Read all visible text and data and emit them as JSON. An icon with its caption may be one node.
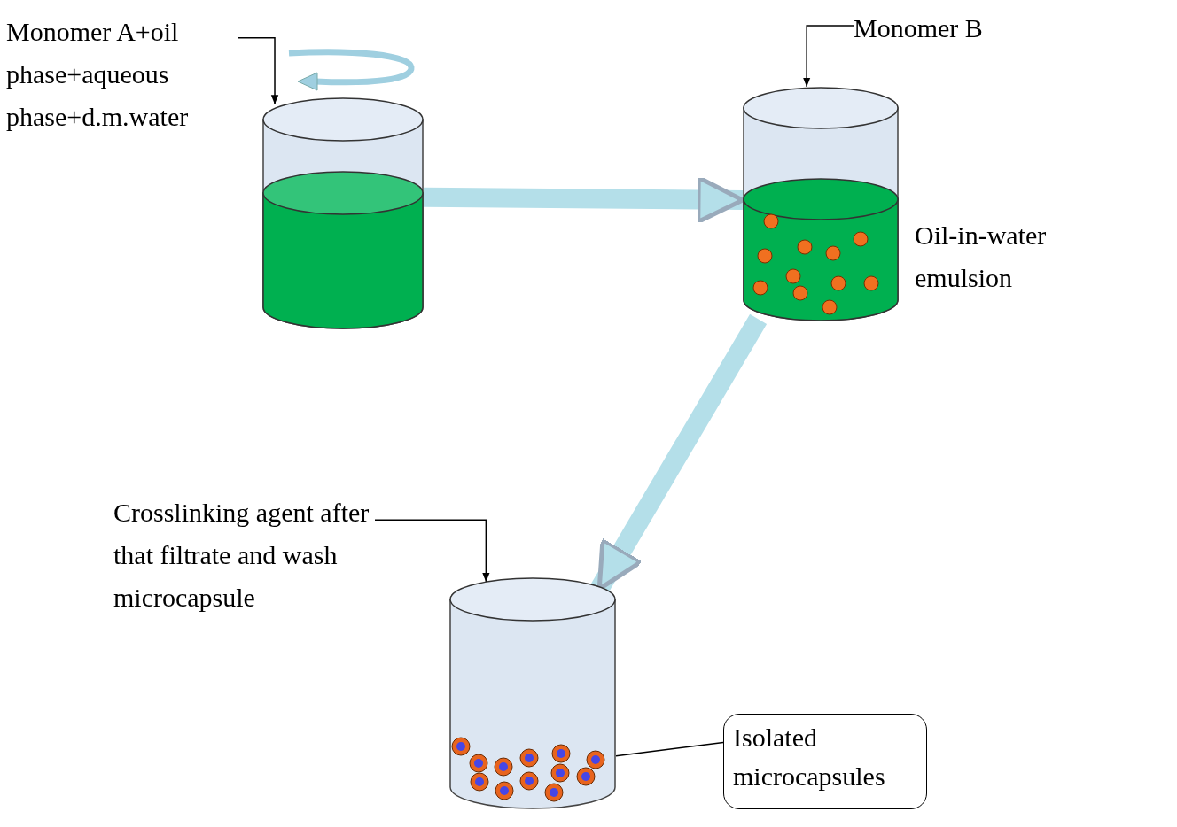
{
  "diagram": {
    "nodes": [
      {
        "text": [
          "Monomer A+oil phase+aqueous phase+d.m.water"
        ]
      },
      {
        "text": [],
        "shape": "cylinder"
      },
      {
        "text": [
          "Monomer B"
        ]
      },
      {
        "text": [],
        "shape": "cylinder",
        "beside": [
          "Oil-in-water emulsion"
        ]
      },
      {
        "text": [
          "Crosslinking agent after that filtrate and wash microcapsule"
        ]
      },
      {
        "text": [],
        "shape": "cylinder"
      },
      {
        "text": [
          "Isolated microcapsules"
        ]
      }
    ],
    "edges": [
      {
        "from": 0,
        "to": 1,
        "arrow": "to"
      },
      {
        "from": 2,
        "to": 3,
        "arrow": "to"
      },
      {
        "from": 1,
        "to": 3,
        "arrow": "to",
        "style": "thick",
        "color": "#b4dfe9"
      },
      {
        "from": 3,
        "to": 5,
        "arrow": "to",
        "style": "thick",
        "color": "#b4dfe9"
      },
      {
        "from": 4,
        "to": 5,
        "arrow": "to"
      },
      {
        "from": 6,
        "to": 5,
        "arrow": "none"
      }
    ]
  }
}
